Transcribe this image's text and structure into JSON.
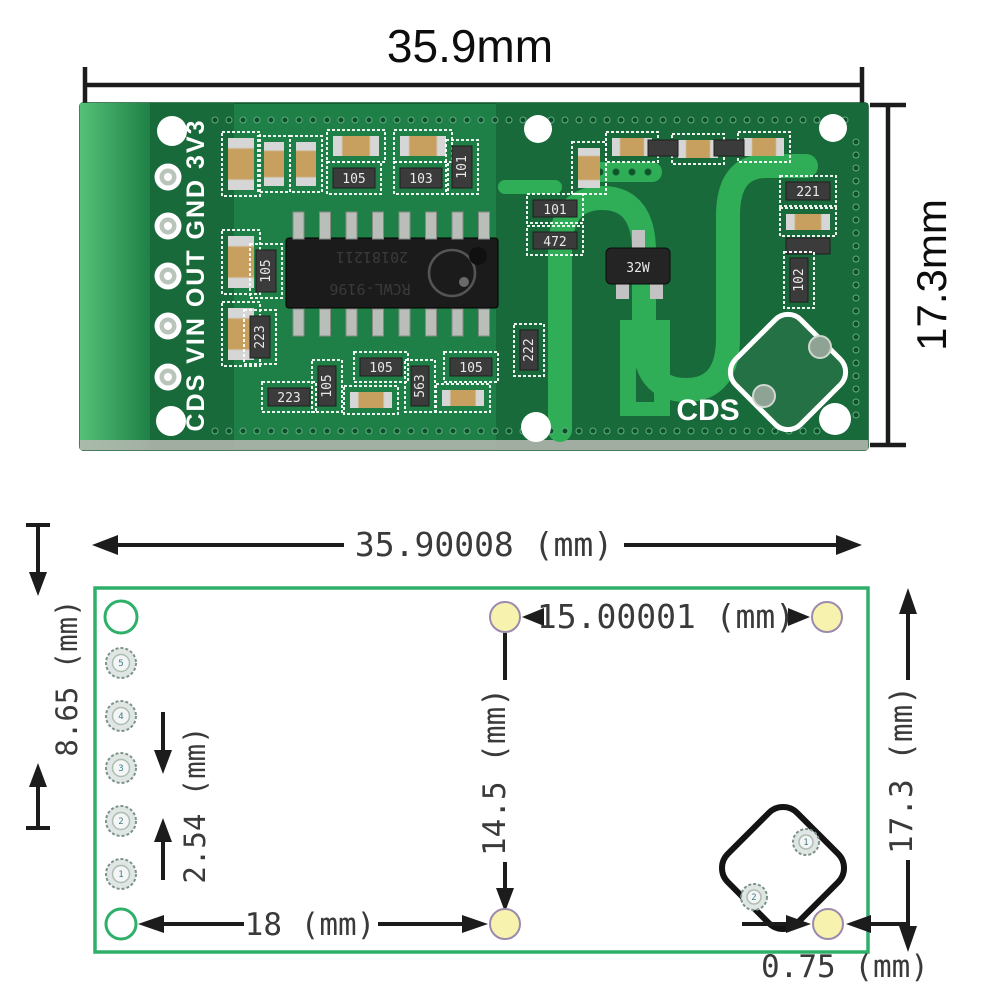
{
  "photo": {
    "width_label": "35.9mm",
    "height_label": "17.3mm",
    "pin_silkscreen": "CDS VIN OUT GND 3V3",
    "chip": {
      "date_code": "20181211",
      "part_number": "RCWL-9196"
    },
    "transistor_label": "32W",
    "antenna_label": "CDS",
    "resistors": [
      "105",
      "103",
      "101",
      "105",
      "223",
      "223",
      "105",
      "105",
      "563",
      "105",
      "222",
      "101",
      "472",
      "221",
      "102"
    ]
  },
  "diagram": {
    "board_width_label": "35.90008 (mm)",
    "pin_row_offset_label": "8.65 (mm)",
    "pin_pitch_label": "2.54 (mm)",
    "hole_spacing_label": "15.00001 (mm)",
    "hole_vertical_label": "14.5 (mm)",
    "hole_horizontal_label": "18 (mm)",
    "board_height_label": "17.3 (mm)",
    "edge_offset_label": "0.75 (mm)",
    "pin_numbers": [
      "5",
      "4",
      "3",
      "2",
      "1"
    ],
    "antenna_hole_numbers": [
      "1",
      "2"
    ]
  },
  "colors": {
    "pcb_green": "#1e8046",
    "pcb_green_dark": "#186a3a",
    "trace_green": "#2fae57",
    "board_edge_light": "#49b86d",
    "diagram_green": "#2eb06a",
    "hole_yellow": "#f7f3ae",
    "dimension_black": "#1c1c1c",
    "silkscreen_white": "#ffffff",
    "resistor_body": "#3b3b3b",
    "capacitor_tan": "#c79f5f"
  }
}
